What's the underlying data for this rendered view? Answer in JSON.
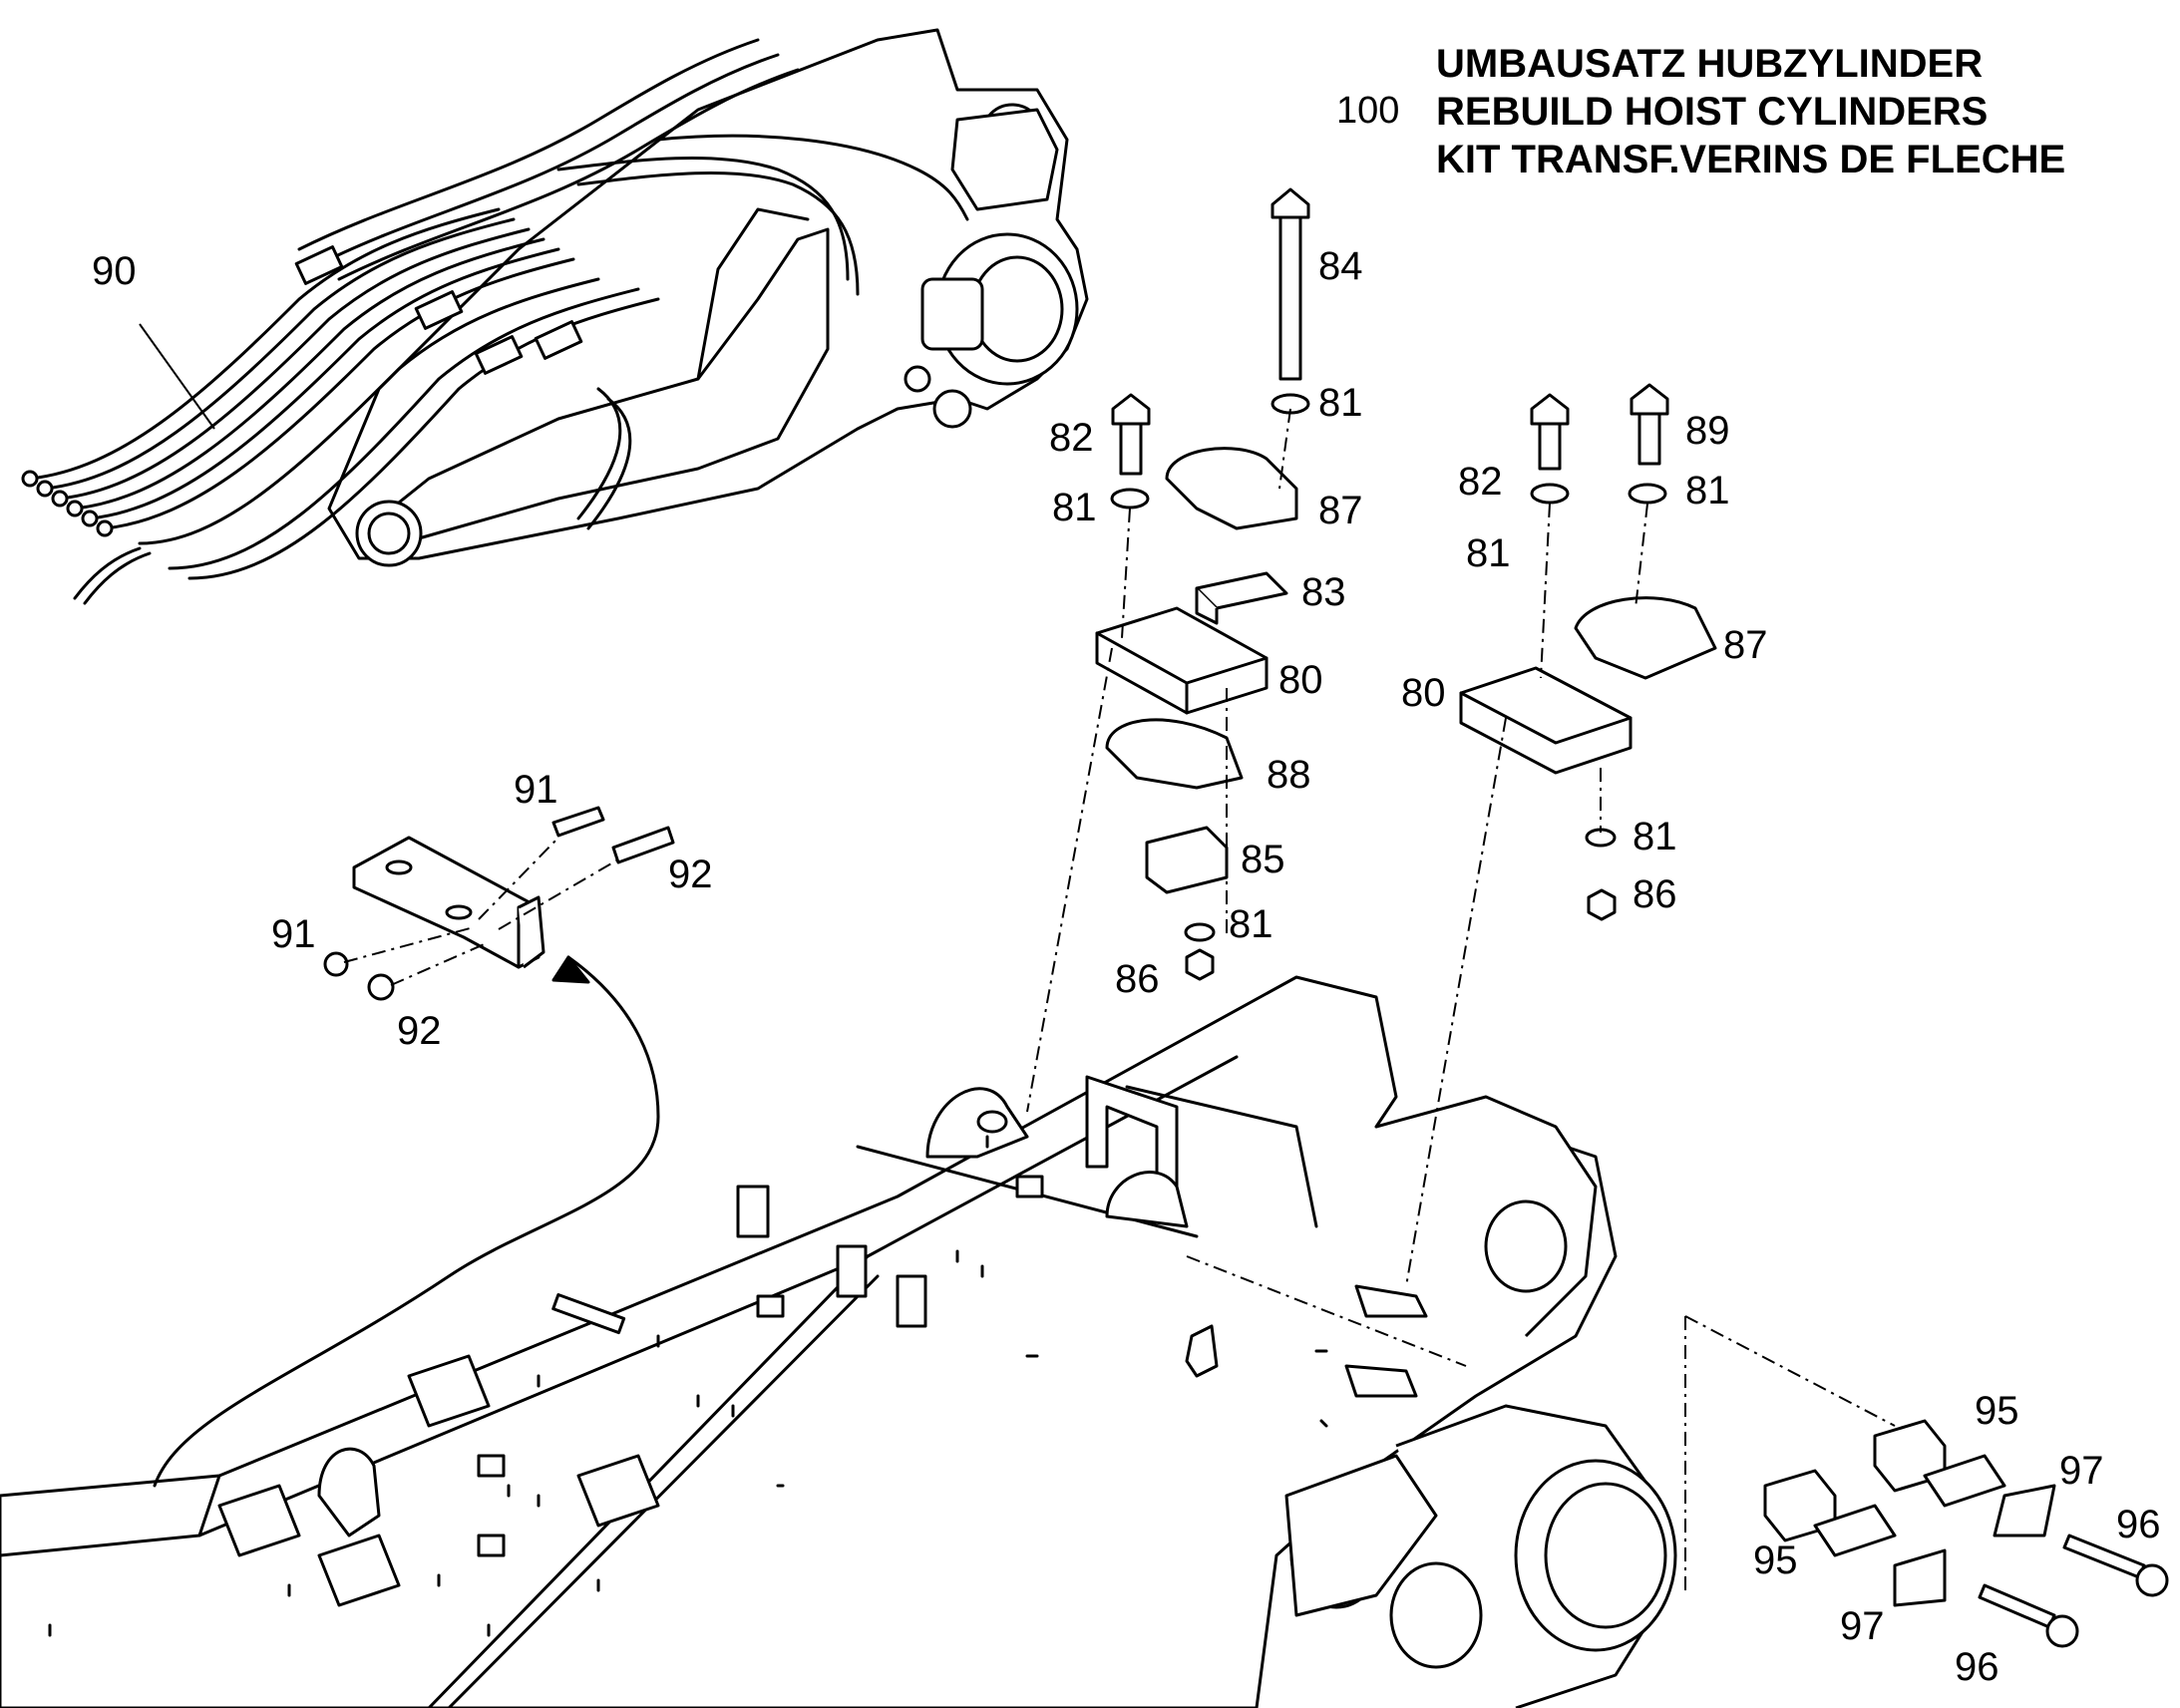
{
  "title": {
    "number": "100",
    "lines": [
      "UMBAUSATZ HUBZYLINDER",
      "REBUILD HOIST CYLINDERS",
      "KIT TRANSF.VERINS DE FLECHE"
    ]
  },
  "callouts": {
    "c90": "90",
    "c84": "84",
    "c81_a": "81",
    "c82_a": "82",
    "c81_b": "81",
    "c87_a": "87",
    "c83": "83",
    "c80_a": "80",
    "c88": "88",
    "c85": "85",
    "c81_c": "81",
    "c86_a": "86",
    "c89": "89",
    "c82_b": "82",
    "c81_d": "81",
    "c81_e": "81",
    "c87_b": "87",
    "c80_b": "80",
    "c81_f": "81",
    "c86_b": "86",
    "c91_a": "91",
    "c92_a": "92",
    "c91_b": "91",
    "c92_b": "92",
    "c95_a": "95",
    "c97_a": "97",
    "c96_a": "96",
    "c95_b": "95",
    "c97_b": "97",
    "c96_b": "96"
  }
}
